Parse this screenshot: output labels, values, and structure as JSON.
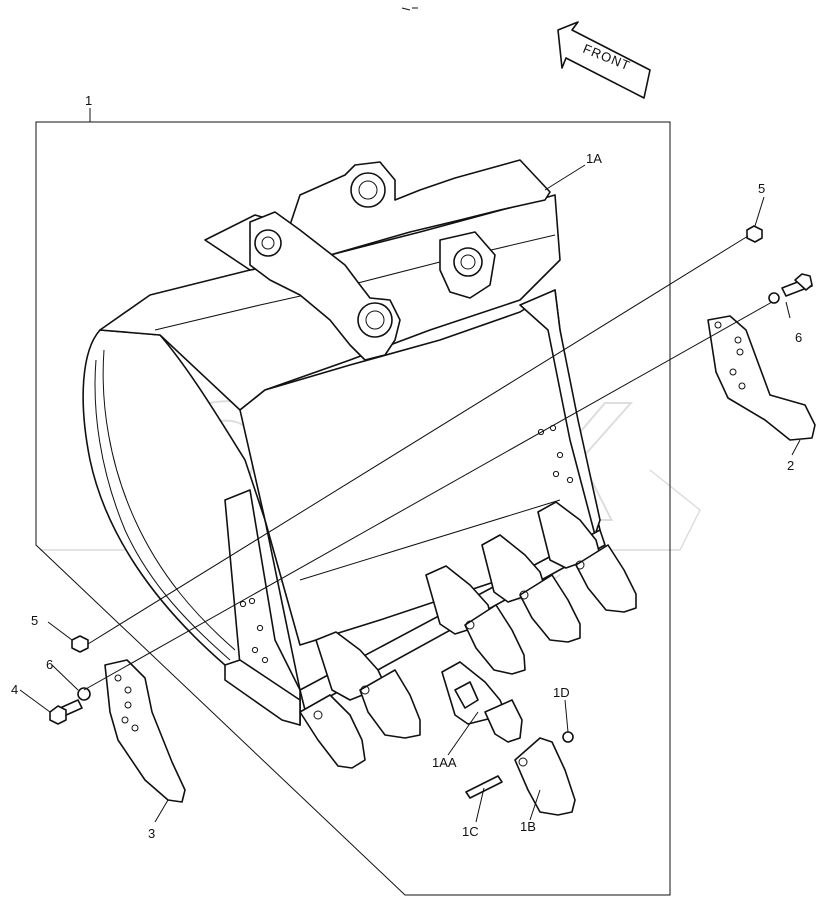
{
  "diagram": {
    "direction_arrow": {
      "text": "FRONT",
      "icon": "front-arrow-icon"
    },
    "watermark_text": "OPEX",
    "callouts": [
      {
        "id": "1",
        "label": "1"
      },
      {
        "id": "1A",
        "label": "1A"
      },
      {
        "id": "1AA",
        "label": "1AA"
      },
      {
        "id": "1B",
        "label": "1B"
      },
      {
        "id": "1C",
        "label": "1C"
      },
      {
        "id": "1D",
        "label": "1D"
      },
      {
        "id": "2",
        "label": "2"
      },
      {
        "id": "3",
        "label": "3"
      },
      {
        "id": "4",
        "label": "4"
      },
      {
        "id": "5a",
        "label": "5"
      },
      {
        "id": "5b",
        "label": "5"
      },
      {
        "id": "6a",
        "label": "6"
      },
      {
        "id": "6b",
        "label": "6"
      }
    ]
  }
}
